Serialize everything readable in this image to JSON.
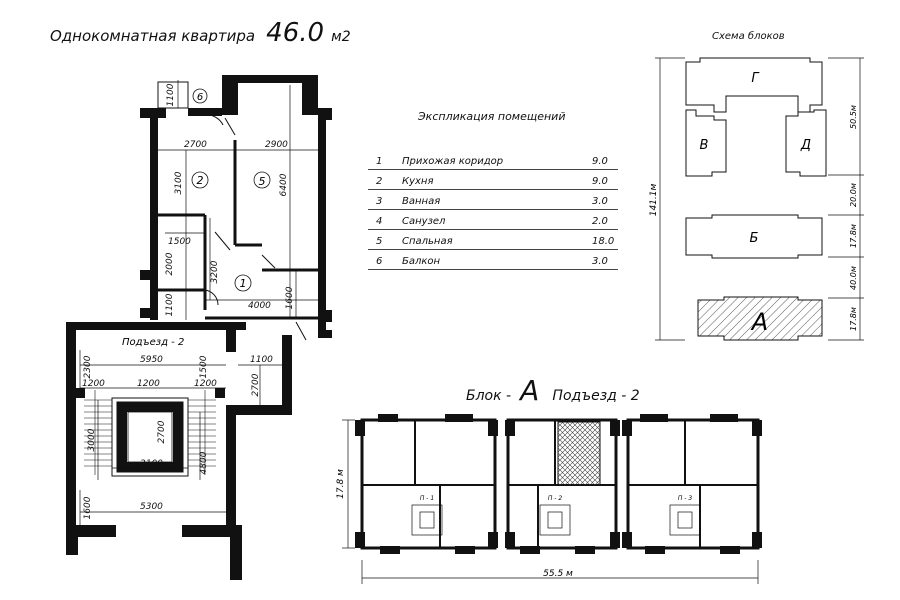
{
  "header": {
    "title_prefix": "Однокомнатная квартира",
    "title_area": "46.0",
    "title_unit": "м2"
  },
  "explication": {
    "title": "Экспликация помещений",
    "rows": [
      {
        "num": "1",
        "name": "Прихожая коридор",
        "area": "9.0"
      },
      {
        "num": "2",
        "name": "Кухня",
        "area": "9.0"
      },
      {
        "num": "3",
        "name": "Ванная",
        "area": "3.0"
      },
      {
        "num": "4",
        "name": "Санузел",
        "area": "2.0"
      },
      {
        "num": "5",
        "name": "Спальная",
        "area": "18.0"
      },
      {
        "num": "6",
        "name": "Балкон",
        "area": "3.0"
      }
    ]
  },
  "scheme": {
    "title": "Схема блоков",
    "blocks": {
      "g": "Г",
      "v": "В",
      "d": "Д",
      "b": "Б",
      "a": "А"
    },
    "total_dim": "141.1м",
    "dims": [
      "50.5м",
      "20.0м",
      "17.8м",
      "40.0м",
      "17.8м"
    ]
  },
  "block_header": {
    "block_label": "Блок -",
    "block_letter": "А",
    "entrance_label": "Подъезд - 2"
  },
  "block_plan": {
    "height_dim": "17.8 м",
    "width_dim": "55.5 м",
    "entrances": [
      "П - 1",
      "П - 2",
      "П - 3"
    ]
  },
  "apartment_plan": {
    "room_labels": {
      "r1": "1",
      "r2": "2",
      "r5": "5",
      "r6": "6"
    },
    "dims": {
      "d1100_top": "1100",
      "d2700": "2700",
      "d2900": "2900",
      "d3100": "3100",
      "d6400": "6400",
      "d1500": "1500",
      "d2000": "2000",
      "d3200": "3200",
      "d1100_left": "1100",
      "d4000": "4000",
      "d1600": "1600"
    }
  },
  "stair_plan": {
    "title": "Подъезд - 2",
    "dims": {
      "d5950": "5950",
      "d1500": "1500",
      "d1100": "1100",
      "d2300": "2300",
      "d1200a": "1200",
      "d1200b": "1200",
      "d1200c": "1200",
      "d2700v": "2700",
      "d2700": "2700",
      "d3000": "3000",
      "d2100": "2100",
      "d4800": "4800",
      "d5300": "5300",
      "d1600": "1600"
    }
  }
}
